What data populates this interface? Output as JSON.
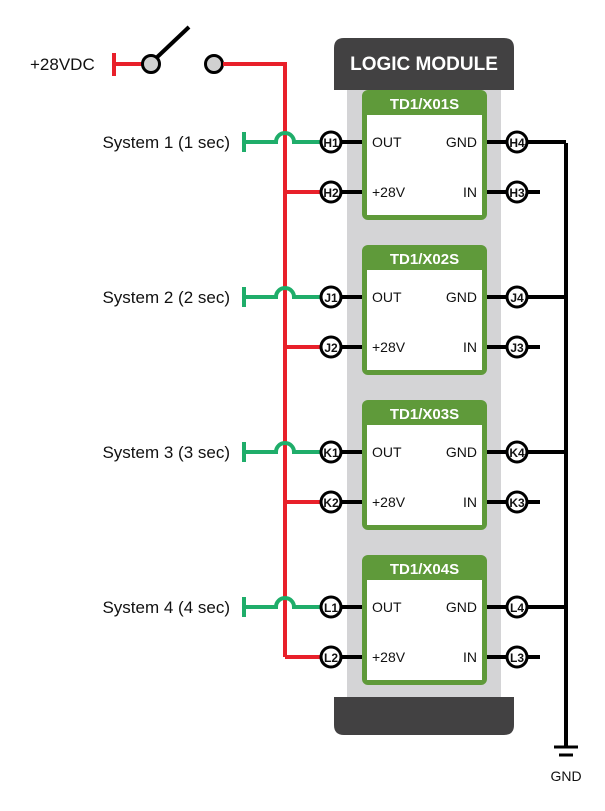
{
  "title": "LOGIC MODULE",
  "supply_label": "+28VDC",
  "ground_label": "GND",
  "colors": {
    "power": "#e8202a",
    "signal": "#1fad6a",
    "ground": "#000000",
    "module_green": "#5f9a3a",
    "housing_gray": "#d4d4d6",
    "housing_dark": "#424142"
  },
  "modules": [
    {
      "name": "TD1/X01S",
      "system": "System 1 (1 sec)",
      "out_pin": "OUT",
      "pwr_pin": "+28V",
      "gnd_pin": "GND",
      "in_pin": "IN",
      "terms": {
        "out": "H1",
        "pwr": "H2",
        "in": "H3",
        "gnd": "H4"
      }
    },
    {
      "name": "TD1/X02S",
      "system": "System 2 (2 sec)",
      "out_pin": "OUT",
      "pwr_pin": "+28V",
      "gnd_pin": "GND",
      "in_pin": "IN",
      "terms": {
        "out": "J1",
        "pwr": "J2",
        "in": "J3",
        "gnd": "J4"
      }
    },
    {
      "name": "TD1/X03S",
      "system": "System 3 (3 sec)",
      "out_pin": "OUT",
      "pwr_pin": "+28V",
      "gnd_pin": "GND",
      "in_pin": "IN",
      "terms": {
        "out": "K1",
        "pwr": "K2",
        "in": "K3",
        "gnd": "K4"
      }
    },
    {
      "name": "TD1/X04S",
      "system": "System 4 (4 sec)",
      "out_pin": "OUT",
      "pwr_pin": "+28V",
      "gnd_pin": "GND",
      "in_pin": "IN",
      "terms": {
        "out": "L1",
        "pwr": "L2",
        "in": "L3",
        "gnd": "L4"
      }
    }
  ]
}
